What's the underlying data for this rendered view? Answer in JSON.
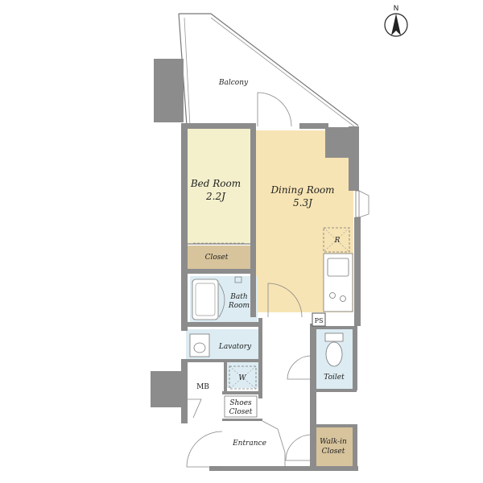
{
  "colors": {
    "wall": "#8c8c8c",
    "bedroom": "#f4f0cc",
    "dining": "#f7e4b4",
    "wet": "#dcecf2",
    "closet": "#d8c49c",
    "line": "#6e6e6e"
  },
  "compass": {
    "label": "N"
  },
  "rooms": {
    "balcony": {
      "label": "Balcony"
    },
    "bedroom": {
      "label": "Bed Room",
      "size": "2.2J"
    },
    "dining": {
      "label": "Dining Room",
      "size": "5.3J"
    },
    "closet": {
      "label": "Closet"
    },
    "bath": {
      "label_1": "Bath",
      "label_2": "Room"
    },
    "lavatory": {
      "label": "Lavatory"
    },
    "washer": {
      "label": "W"
    },
    "fridge": {
      "label": "R"
    },
    "ps": {
      "label": "PS"
    },
    "toilet": {
      "label": "Toilet"
    },
    "mb": {
      "label": "MB"
    },
    "shoes": {
      "label_1": "Shoes",
      "label_2": "Closet"
    },
    "entrance": {
      "label": "Entrance"
    },
    "walkin": {
      "label_1": "Walk-in",
      "label_2": "Closet"
    }
  }
}
